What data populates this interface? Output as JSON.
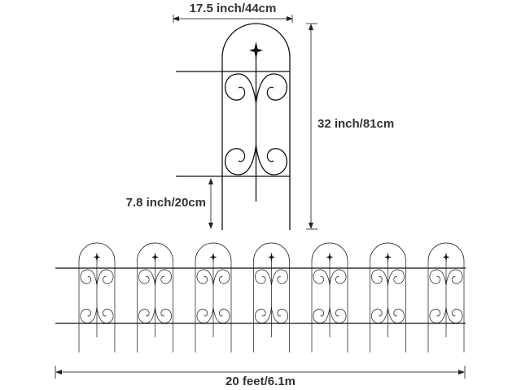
{
  "dimensions": {
    "panel_width": "17.5 inch/44cm",
    "panel_height": "32 inch/81cm",
    "stake_depth": "7.8 inch/20cm",
    "total_length": "20 feet/6.1m"
  },
  "panel_count": 7,
  "colors": {
    "line": "#111111",
    "text": "#333333"
  }
}
